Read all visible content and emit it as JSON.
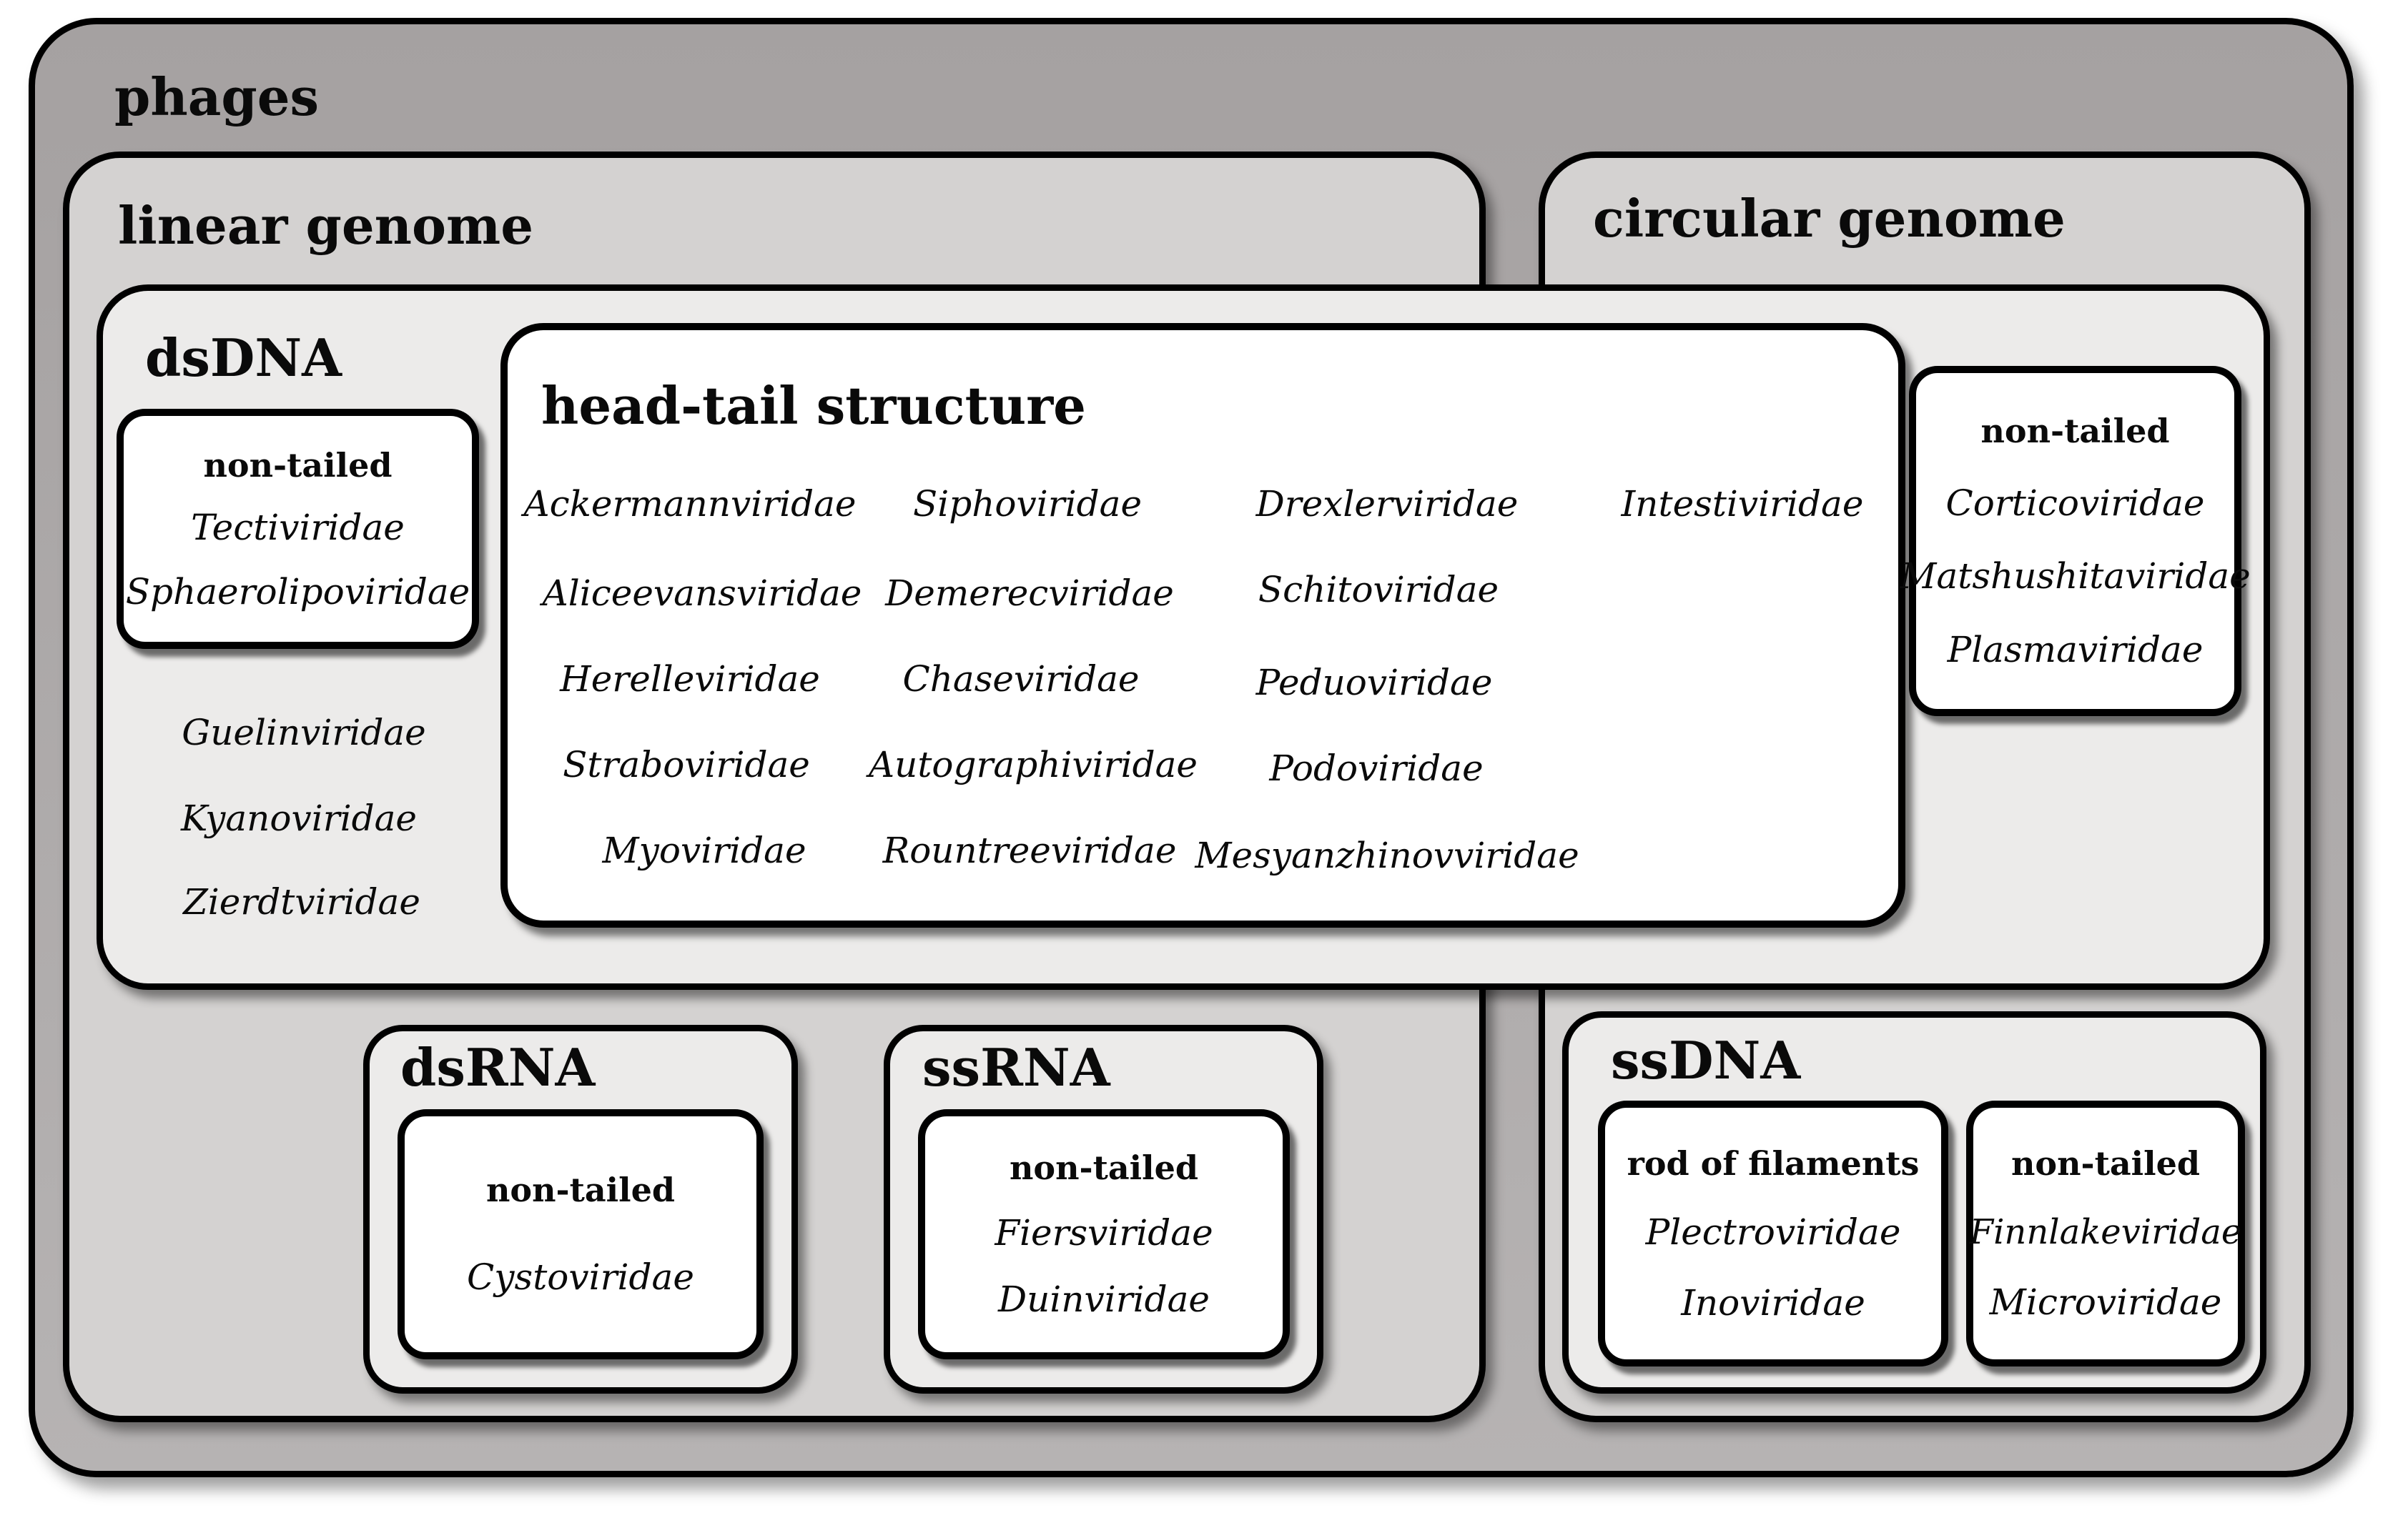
{
  "colors": {
    "page_bg": "#ffffff",
    "phages_fill": "#aeaaaa",
    "genome_fill": "#d4d2d1",
    "group_fill": "#ecebea",
    "box_fill": "#ffffff",
    "border": "#000000"
  },
  "phages": {
    "label": "phages"
  },
  "linear_genome": {
    "label": "linear genome"
  },
  "circular_genome": {
    "label": "circular genome"
  },
  "dsDNA": {
    "label": "dsDNA",
    "non_tailed_left": {
      "title": "non-tailed",
      "families": [
        "Tectiviridae",
        "Sphaerolipoviridae"
      ]
    },
    "head_tail": {
      "title": "head-tail structure",
      "families": [
        "Ackermannviridae",
        "Siphoviridae",
        "Drexlerviridae",
        "Intestiviridae",
        "Aliceevansviridae",
        "Demerecviridae",
        "Schitoviridae",
        "Herelleviridae",
        "Chaseviridae",
        "Peduoviridae",
        "Straboviridae",
        "Autographiviridae",
        "Podoviridae",
        "Myoviridae",
        "Rountreeviridae",
        "Mesyanzhinovviridae"
      ]
    },
    "unboxed_families": [
      "Guelinviridae",
      "Kyanoviridae",
      "Zierdtviridae"
    ],
    "non_tailed_right": {
      "title": "non-tailed",
      "families": [
        "Corticoviridae",
        "Matshushitaviridae",
        "Plasmaviridae"
      ]
    }
  },
  "dsRNA": {
    "label": "dsRNA",
    "non_tailed": {
      "title": "non-tailed",
      "families": [
        "Cystoviridae"
      ]
    }
  },
  "ssRNA": {
    "label": "ssRNA",
    "non_tailed": {
      "title": "non-tailed",
      "families": [
        "Fiersviridae",
        "Duinviridae"
      ]
    }
  },
  "ssDNA": {
    "label": "ssDNA",
    "rod_of_filaments": {
      "title": "rod of filaments",
      "families": [
        "Plectroviridae",
        "Inoviridae"
      ]
    },
    "non_tailed": {
      "title": "non-tailed",
      "families": [
        "Finnlakeviridae",
        "Microviridae"
      ]
    }
  }
}
